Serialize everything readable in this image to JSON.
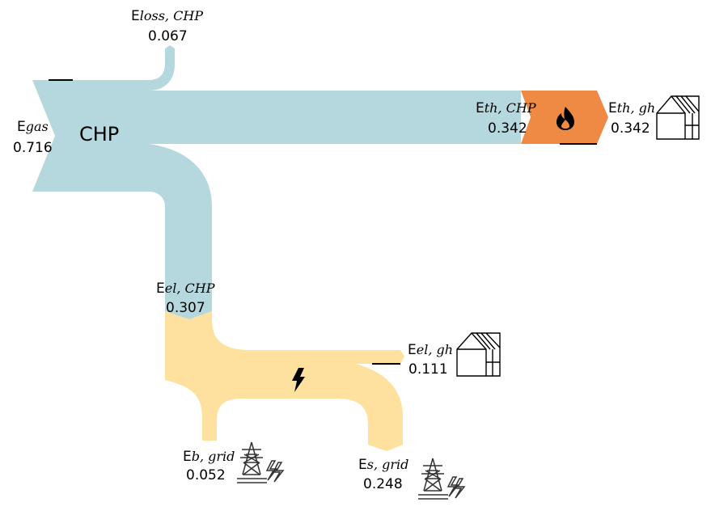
{
  "colors": {
    "chp_flow": "#b5d8de",
    "el_flow": "#fee19e",
    "th_flow": "#ef8a44",
    "outline": "#000000"
  },
  "nodes": {
    "chp": {
      "label": "CHP"
    }
  },
  "flows": {
    "gas": {
      "main": "E",
      "sub": "gas",
      "value": "0.716"
    },
    "loss": {
      "main": "E",
      "sub": "loss, CHP",
      "value": "0.067"
    },
    "th_chp": {
      "main": "E",
      "sub": "th, CHP",
      "value": "0.342"
    },
    "th_gh": {
      "main": "E",
      "sub": "th, gh",
      "value": "0.342"
    },
    "el_chp": {
      "main": "E",
      "sub": "el, CHP",
      "value": "0.307"
    },
    "el_gh": {
      "main": "E",
      "sub": "el, gh",
      "value": "0.111"
    },
    "b_grid": {
      "main": "E",
      "sub": "b, grid",
      "value": "0.052"
    },
    "s_grid": {
      "main": "E",
      "sub": "s, grid",
      "value": "0.248"
    }
  },
  "icons": [
    "flame-icon",
    "lightning-icon",
    "greenhouse-icon",
    "power-pylon-icon"
  ]
}
